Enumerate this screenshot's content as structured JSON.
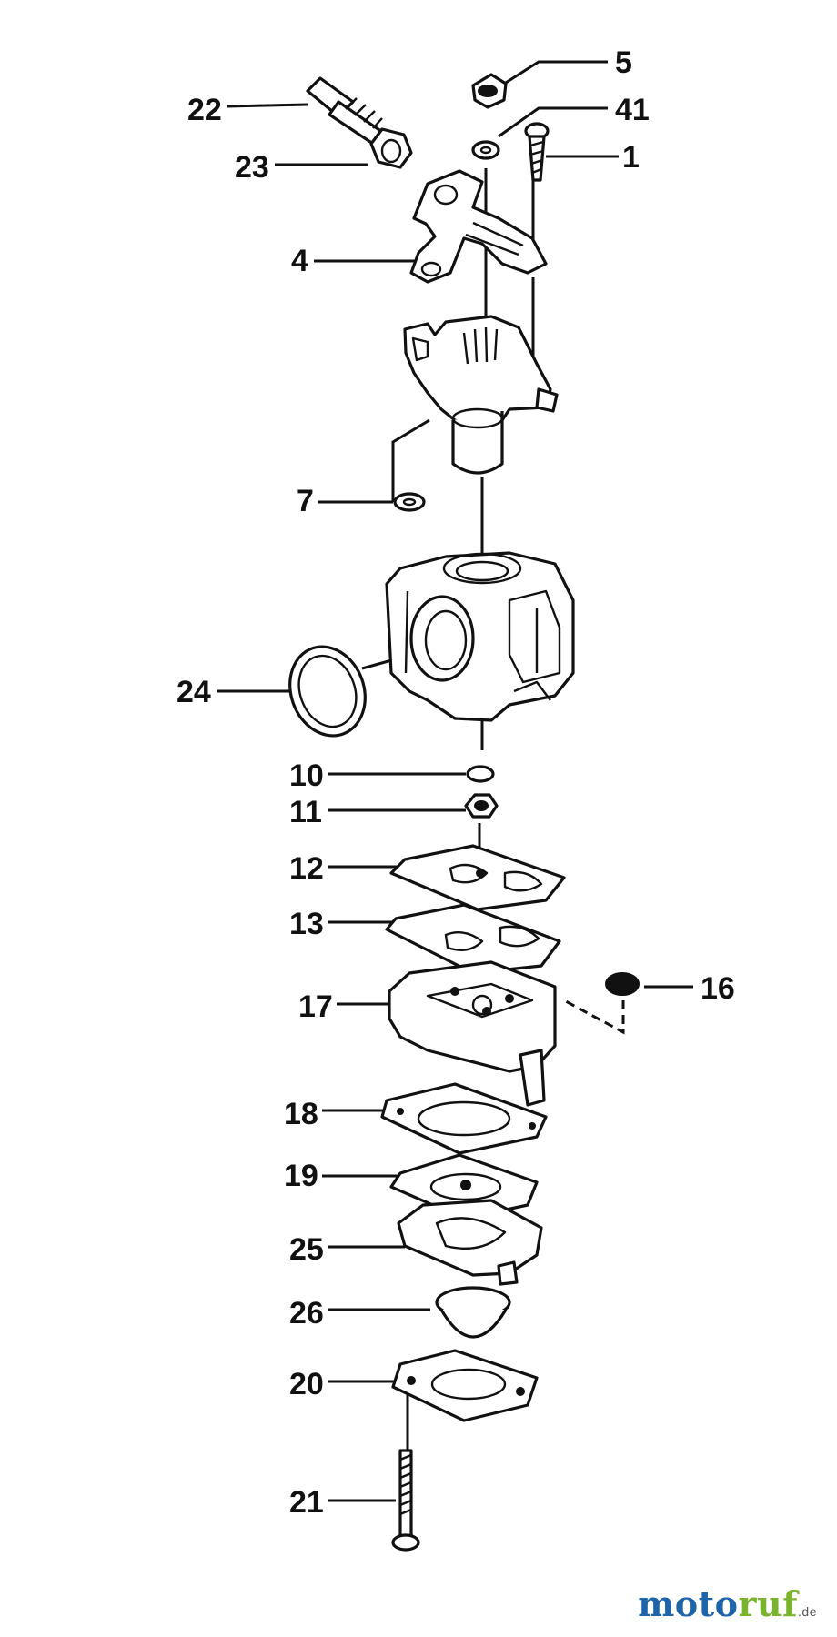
{
  "parts": [
    "22",
    "23",
    "4",
    "5",
    "41",
    "1",
    "7",
    "24",
    "10",
    "11",
    "12",
    "13",
    "17",
    "16",
    "18",
    "19",
    "25",
    "26",
    "20",
    "21"
  ],
  "watermark": {
    "part1": "moto",
    "part2": "ruf",
    "suffix": ".de"
  }
}
